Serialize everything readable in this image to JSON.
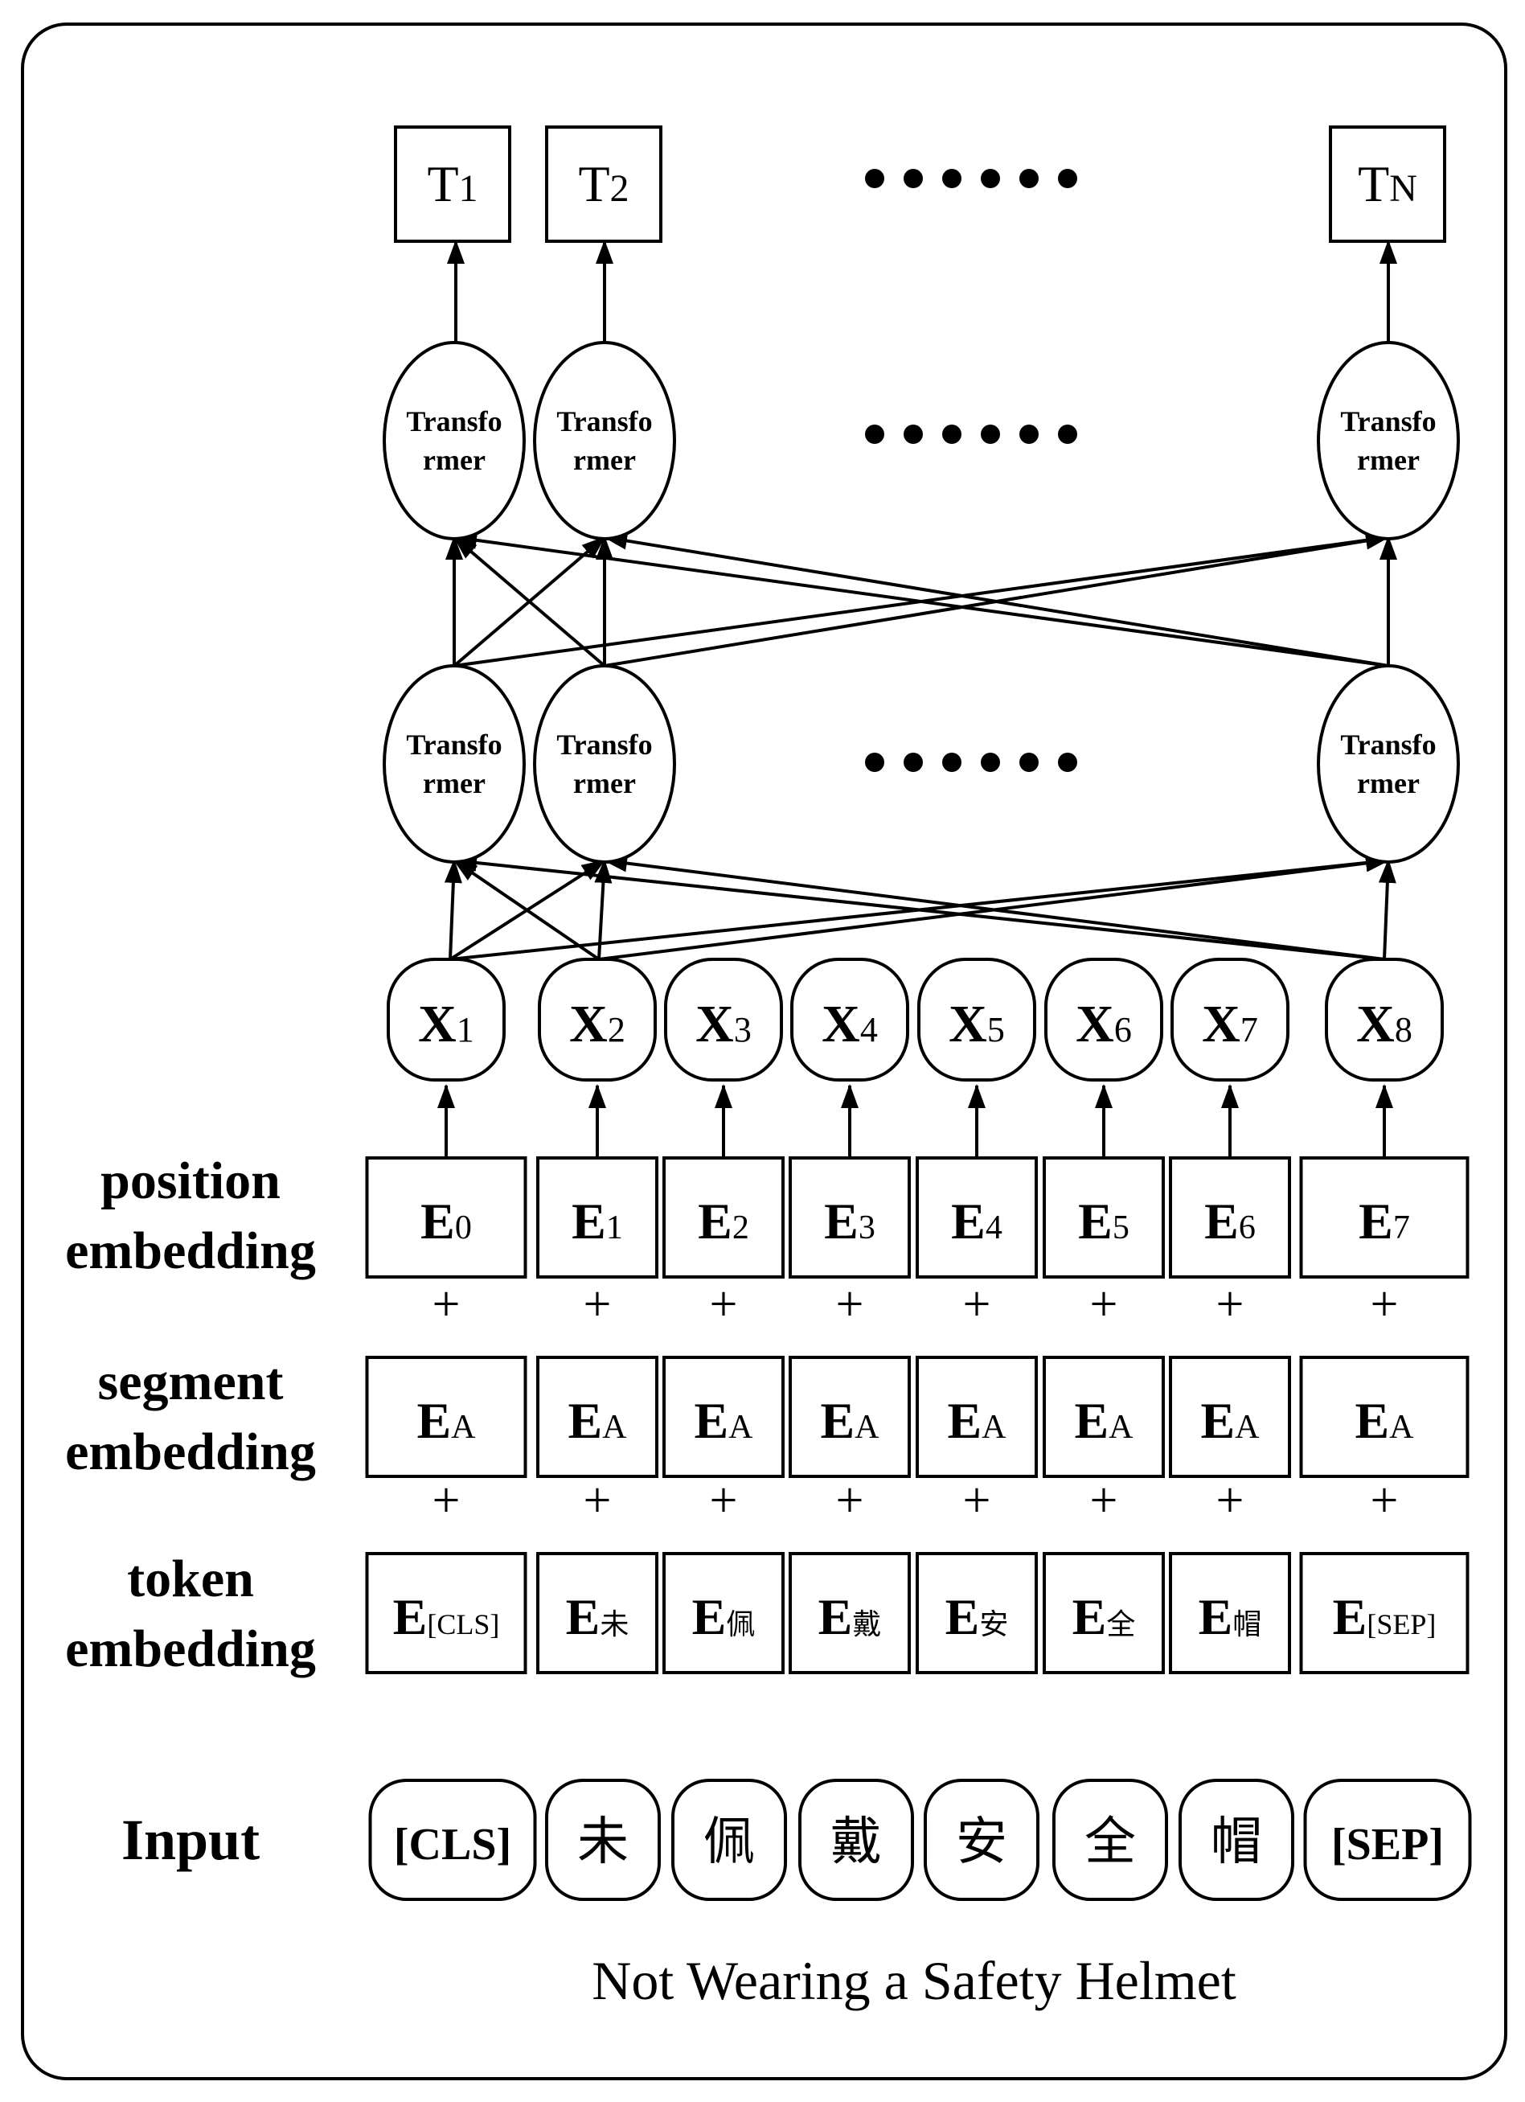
{
  "outputs": [
    {
      "main": "T",
      "sub": "1"
    },
    {
      "main": "T",
      "sub": "2"
    },
    {
      "main": "T",
      "sub": "N"
    }
  ],
  "transformer_label": [
    "Transfo",
    "rmer"
  ],
  "x_nodes": [
    {
      "main": "X",
      "sub": "1"
    },
    {
      "main": "X",
      "sub": "2"
    },
    {
      "main": "X",
      "sub": "3"
    },
    {
      "main": "X",
      "sub": "4"
    },
    {
      "main": "X",
      "sub": "5"
    },
    {
      "main": "X",
      "sub": "6"
    },
    {
      "main": "X",
      "sub": "7"
    },
    {
      "main": "X",
      "sub": "8"
    }
  ],
  "position_embedding": {
    "label": [
      "position",
      "embedding"
    ],
    "cells": [
      {
        "main": "E",
        "sub": "0"
      },
      {
        "main": "E",
        "sub": "1"
      },
      {
        "main": "E",
        "sub": "2"
      },
      {
        "main": "E",
        "sub": "3"
      },
      {
        "main": "E",
        "sub": "4"
      },
      {
        "main": "E",
        "sub": "5"
      },
      {
        "main": "E",
        "sub": "6"
      },
      {
        "main": "E",
        "sub": "7"
      }
    ]
  },
  "segment_embedding": {
    "label": [
      "segment",
      "embedding"
    ],
    "cells": [
      {
        "main": "E",
        "sub": "A"
      },
      {
        "main": "E",
        "sub": "A"
      },
      {
        "main": "E",
        "sub": "A"
      },
      {
        "main": "E",
        "sub": "A"
      },
      {
        "main": "E",
        "sub": "A"
      },
      {
        "main": "E",
        "sub": "A"
      },
      {
        "main": "E",
        "sub": "A"
      },
      {
        "main": "E",
        "sub": "A"
      }
    ]
  },
  "token_embedding": {
    "label": [
      "token",
      "embedding"
    ],
    "cells": [
      {
        "main": "E",
        "sub": "[CLS]"
      },
      {
        "main": "E",
        "sub": "未"
      },
      {
        "main": "E",
        "sub": "佩"
      },
      {
        "main": "E",
        "sub": "戴"
      },
      {
        "main": "E",
        "sub": "安"
      },
      {
        "main": "E",
        "sub": "全"
      },
      {
        "main": "E",
        "sub": "帽"
      },
      {
        "main": "E",
        "sub": "[SEP]"
      }
    ]
  },
  "plus_sign": "+",
  "input": {
    "label": "Input",
    "tokens": [
      "[CLS]",
      "未",
      "佩",
      "戴",
      "安",
      "全",
      "帽",
      "[SEP]"
    ]
  },
  "caption": "Not Wearing a Safety Helmet"
}
